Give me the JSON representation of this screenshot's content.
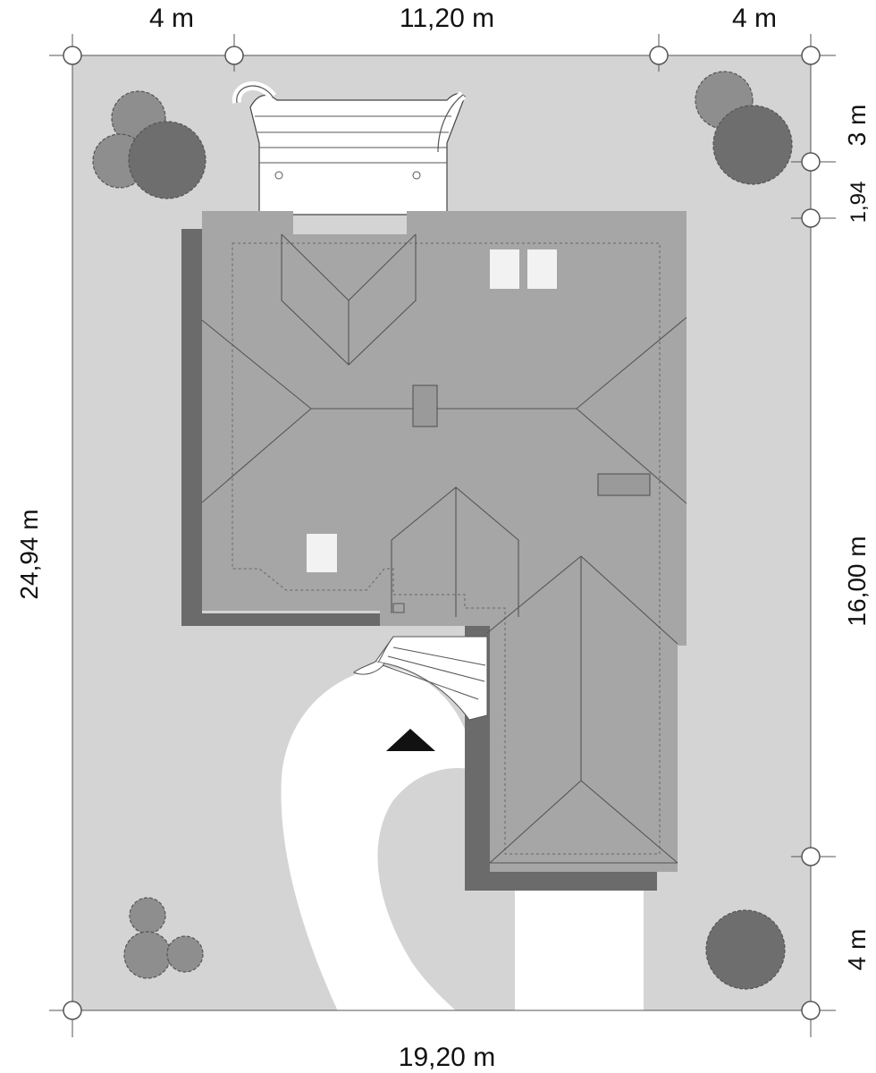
{
  "dimensions": {
    "top_left_offset": "4 m",
    "top_house_width": "11,20 m",
    "top_right_offset": "4 m",
    "bottom_total_width": "19,20 m",
    "left_total_depth": "24,94 m",
    "right_front_offset": "3 m",
    "right_terrace": "1,94",
    "right_house_depth": "16,00 m",
    "right_back_offset": "4 m"
  },
  "colors": {
    "plot": "#d4d4d4",
    "roof": "#a6a6a6",
    "roof_shadow": "#6b6b6b",
    "driveway": "#ffffff",
    "tree_light": "#8e8e8e",
    "tree_dark": "#6e6e6e",
    "ridge_lines": "#555555"
  },
  "icons": {
    "entrance_marker": "triangle-up",
    "survey_point": "circle-marker"
  }
}
